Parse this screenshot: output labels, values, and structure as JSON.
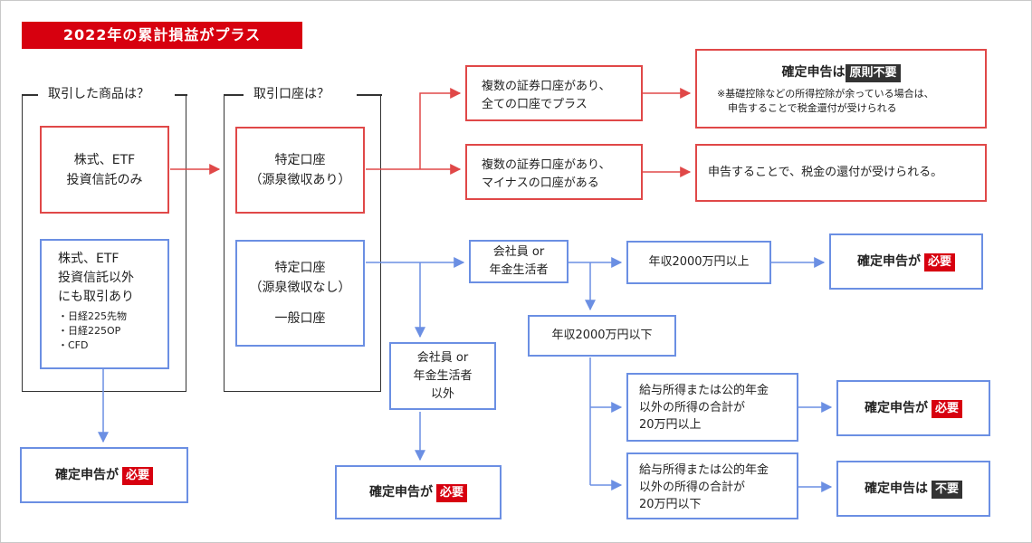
{
  "title": "2022年の累計損益がプラス",
  "groups": {
    "product": {
      "label": "取引した商品は？"
    },
    "account": {
      "label": "取引口座は？"
    }
  },
  "boxes": {
    "stocks_only": {
      "line1": "株式、ETF",
      "line2": "投資信託のみ"
    },
    "stocks_other": {
      "line1": "株式、ETF",
      "line2": "投資信託以外",
      "line3": "にも取引あり",
      "items": [
        "・日経225先物",
        "・日経225OP",
        "・CFD"
      ]
    },
    "tokutei_with": {
      "line1": "特定口座",
      "line2": "（源泉徴収あり）"
    },
    "tokutei_without": {
      "line1": "特定口座",
      "line2": "（源泉徴収なし）",
      "line3": "一般口座"
    },
    "multi_plus": {
      "line1": "複数の証券口座があり、",
      "line2": "全ての口座でプラス"
    },
    "multi_minus": {
      "line1": "複数の証券口座があり、",
      "line2": "マイナスの口座がある"
    },
    "principle": {
      "heading": "確定申告は",
      "tag": "原則不要",
      "note1": "※基礎控除などの所得控除が余っている場合は、",
      "note2": "申告することで税金還付が受けられる"
    },
    "refund": {
      "text": "申告することで、税金の還付が受けられる。"
    },
    "employee": {
      "line1": "会社員 or",
      "line2": "年金生活者"
    },
    "non_employee": {
      "line1": "会社員 or",
      "line2": "年金生活者",
      "line3": "以外"
    },
    "income_over": {
      "text": "年収2000万円以上"
    },
    "income_under": {
      "text": "年収2000万円以下"
    },
    "other_over": {
      "line1": "給与所得または公的年金",
      "line2": "以外の所得の合計が",
      "line3": "20万円以上"
    },
    "other_under": {
      "line1": "給与所得または公的年金",
      "line2": "以外の所得の合計が",
      "line3": "20万円以下"
    }
  },
  "results": {
    "r1": {
      "text": "確定申告が",
      "tag": "必要"
    },
    "r2": {
      "text": "確定申告が",
      "tag": "必要"
    },
    "r3": {
      "text": "確定申告が",
      "tag": "必要"
    },
    "r4": {
      "text": "確定申告が",
      "tag": "必要"
    },
    "r5": {
      "text": "確定申告は",
      "tag": "不要"
    }
  },
  "colors": {
    "accent_red": "#d7000f",
    "line_red": "#e04848",
    "line_blue": "#6b8fe3",
    "dark": "#333333"
  }
}
